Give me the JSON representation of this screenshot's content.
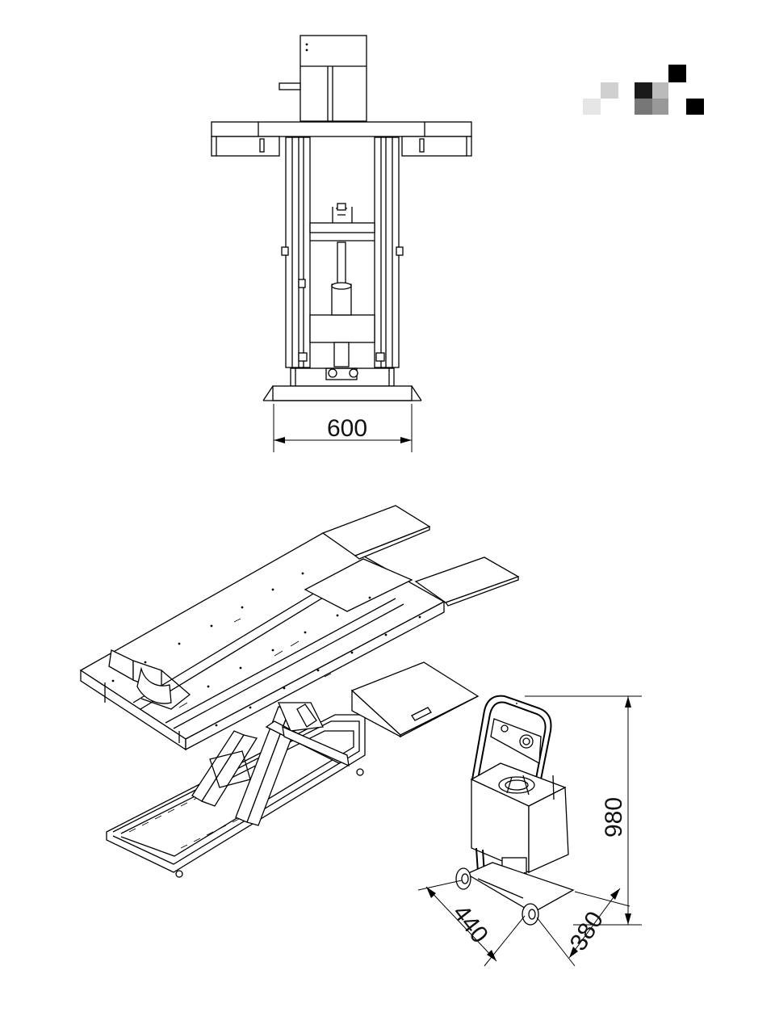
{
  "dimensions": {
    "width_front": "600",
    "cart_height": "980",
    "cart_depth": "440",
    "cart_width": "380"
  },
  "logo": {
    "kind": "pixel-mosaic",
    "colors": [
      "#000000",
      "#1a1a1a",
      "#777777",
      "#999999",
      "#bbbbbb",
      "#d0d0d0",
      "#e6e6e6"
    ]
  }
}
